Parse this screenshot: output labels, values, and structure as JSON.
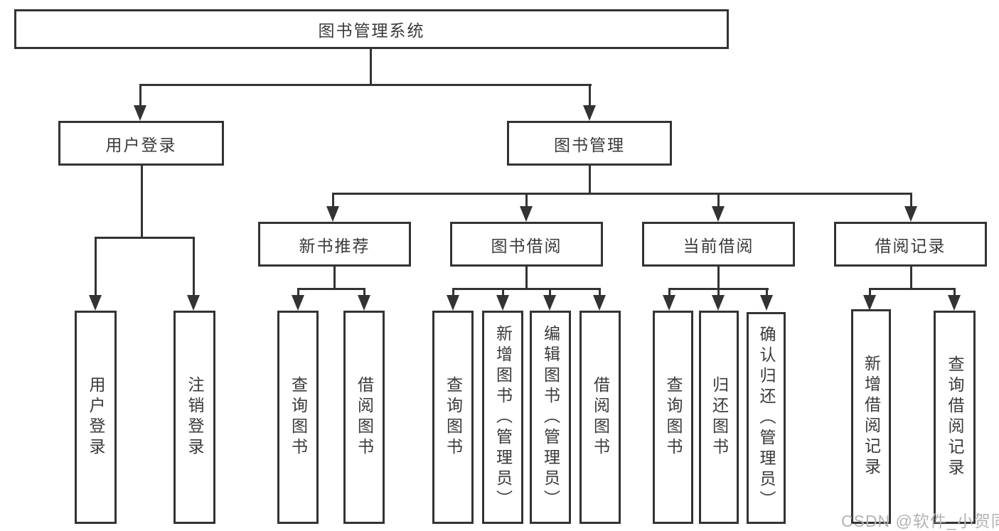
{
  "diagram": {
    "root": {
      "label": "图书管理系统"
    },
    "branches": [
      {
        "label": "用户登录",
        "children": [
          {
            "label": "用户登录"
          },
          {
            "label": "注销登录"
          }
        ]
      },
      {
        "label": "图书管理",
        "children": [
          {
            "label": "新书推荐",
            "children": [
              {
                "label": "查询图书"
              },
              {
                "label": "借阅图书"
              }
            ]
          },
          {
            "label": "图书借阅",
            "children": [
              {
                "label": "查询图书"
              },
              {
                "label": "新增图书（管理员）"
              },
              {
                "label": "编辑图书（管理员）"
              },
              {
                "label": "借阅图书"
              }
            ]
          },
          {
            "label": "当前借阅",
            "children": [
              {
                "label": "查询图书"
              },
              {
                "label": "归还图书"
              },
              {
                "label": "确认归还（管理员）"
              }
            ]
          },
          {
            "label": "借阅记录",
            "children": [
              {
                "label": "新增借阅记录"
              },
              {
                "label": "查询借阅记录"
              }
            ]
          }
        ]
      }
    ]
  },
  "watermark": {
    "text": "CSDN @软件_小贺同学"
  },
  "colors": {
    "line": "#333333",
    "text": "#3a3a3a",
    "box_bg": "#ffffff",
    "watermark": "#b3b3b3"
  }
}
